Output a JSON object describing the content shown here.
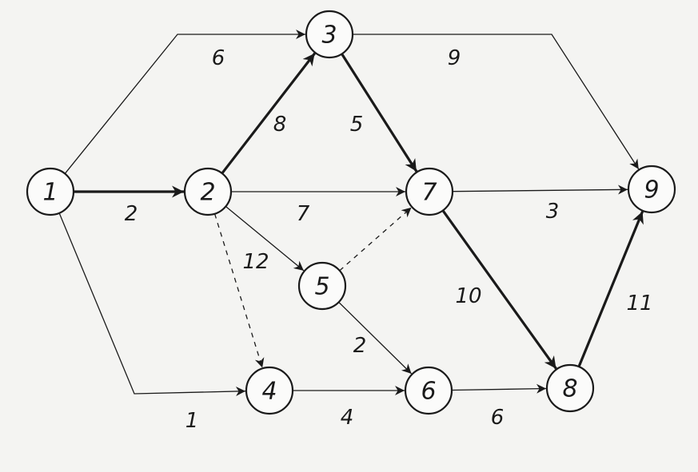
{
  "nodes": [
    {
      "id": "1",
      "label": "1"
    },
    {
      "id": "2",
      "label": "2"
    },
    {
      "id": "3",
      "label": "3"
    },
    {
      "id": "4",
      "label": "4"
    },
    {
      "id": "5",
      "label": "5"
    },
    {
      "id": "6",
      "label": "6"
    },
    {
      "id": "7",
      "label": "7"
    },
    {
      "id": "8",
      "label": "8"
    },
    {
      "id": "9",
      "label": "9"
    }
  ],
  "edges": [
    {
      "from": "1",
      "to": "3",
      "label": "6",
      "style": "normal"
    },
    {
      "from": "1",
      "to": "2",
      "label": "2",
      "style": "bold"
    },
    {
      "from": "1",
      "to": "4",
      "label": "1",
      "style": "normal"
    },
    {
      "from": "2",
      "to": "3",
      "label": "8",
      "style": "bold"
    },
    {
      "from": "2",
      "to": "7",
      "label": "7",
      "style": "normal"
    },
    {
      "from": "2",
      "to": "5",
      "label": "12",
      "style": "normal"
    },
    {
      "from": "2",
      "to": "4",
      "label": "",
      "style": "dashed"
    },
    {
      "from": "3",
      "to": "9",
      "label": "9",
      "style": "normal"
    },
    {
      "from": "3",
      "to": "7",
      "label": "5",
      "style": "bold"
    },
    {
      "from": "5",
      "to": "7",
      "label": "",
      "style": "dashed"
    },
    {
      "from": "5",
      "to": "6",
      "label": "2",
      "style": "normal"
    },
    {
      "from": "7",
      "to": "9",
      "label": "3",
      "style": "normal"
    },
    {
      "from": "7",
      "to": "8",
      "label": "10",
      "style": "bold"
    },
    {
      "from": "4",
      "to": "6",
      "label": "4",
      "style": "normal"
    },
    {
      "from": "6",
      "to": "8",
      "label": "6",
      "style": "normal"
    },
    {
      "from": "8",
      "to": "9",
      "label": "11",
      "style": "bold"
    }
  ]
}
